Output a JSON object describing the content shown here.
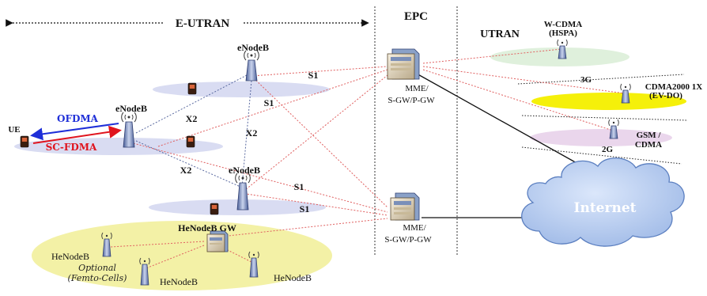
{
  "sections": {
    "eutran": "E-UTRAN",
    "epc": "EPC",
    "utran": "UTRAN"
  },
  "nodes": {
    "enodeb_top": "eNodeB",
    "enodeb_left": "eNodeB",
    "enodeb_mid": "eNodeB",
    "henodeb_gw": "HeNodeB GW",
    "henodeb_1": "HeNodeB",
    "henodeb_2": "HeNodeB",
    "henodeb_3": "HeNodeB",
    "ue": "UE",
    "mme_top_line1": "MME/",
    "mme_top_line2": "S-GW/P-GW",
    "mme_bot_line1": "MME/",
    "mme_bot_line2": "S-GW/P-GW",
    "internet": "Internet"
  },
  "links": {
    "ofdma": "OFDMA",
    "scfdma": "SC-FDMA",
    "x2_a": "X2",
    "x2_b": "X2",
    "x2_c": "X2",
    "s1_a": "S1",
    "s1_b": "S1",
    "s1_c": "S1",
    "s1_d": "S1"
  },
  "femto": {
    "line1": "Optional",
    "line2": "(Femto-Cells)"
  },
  "utran": {
    "wcdma_line1": "W-CDMA",
    "wcdma_line2": "(HSPA)",
    "cdma2000_line1": "CDMA2000  1X",
    "cdma2000_line2": "(EV-DO)",
    "gsm_line1": "GSM  /",
    "gsm_line2": "CDMA",
    "gen_3g": "3G",
    "gen_2g": "2G"
  },
  "colors": {
    "ofdma": "#1f2fd8",
    "scfdma": "#e0141e",
    "dotted_link": "#e06060",
    "cell": "#d9dcf2",
    "femto_area": "#f3f1a6",
    "cdma2000_area": "#f5f00a",
    "wcdma_area": "#dff0dc",
    "gsm_area": "#ead6ec",
    "internet_cloud": "#b7ccf0"
  }
}
